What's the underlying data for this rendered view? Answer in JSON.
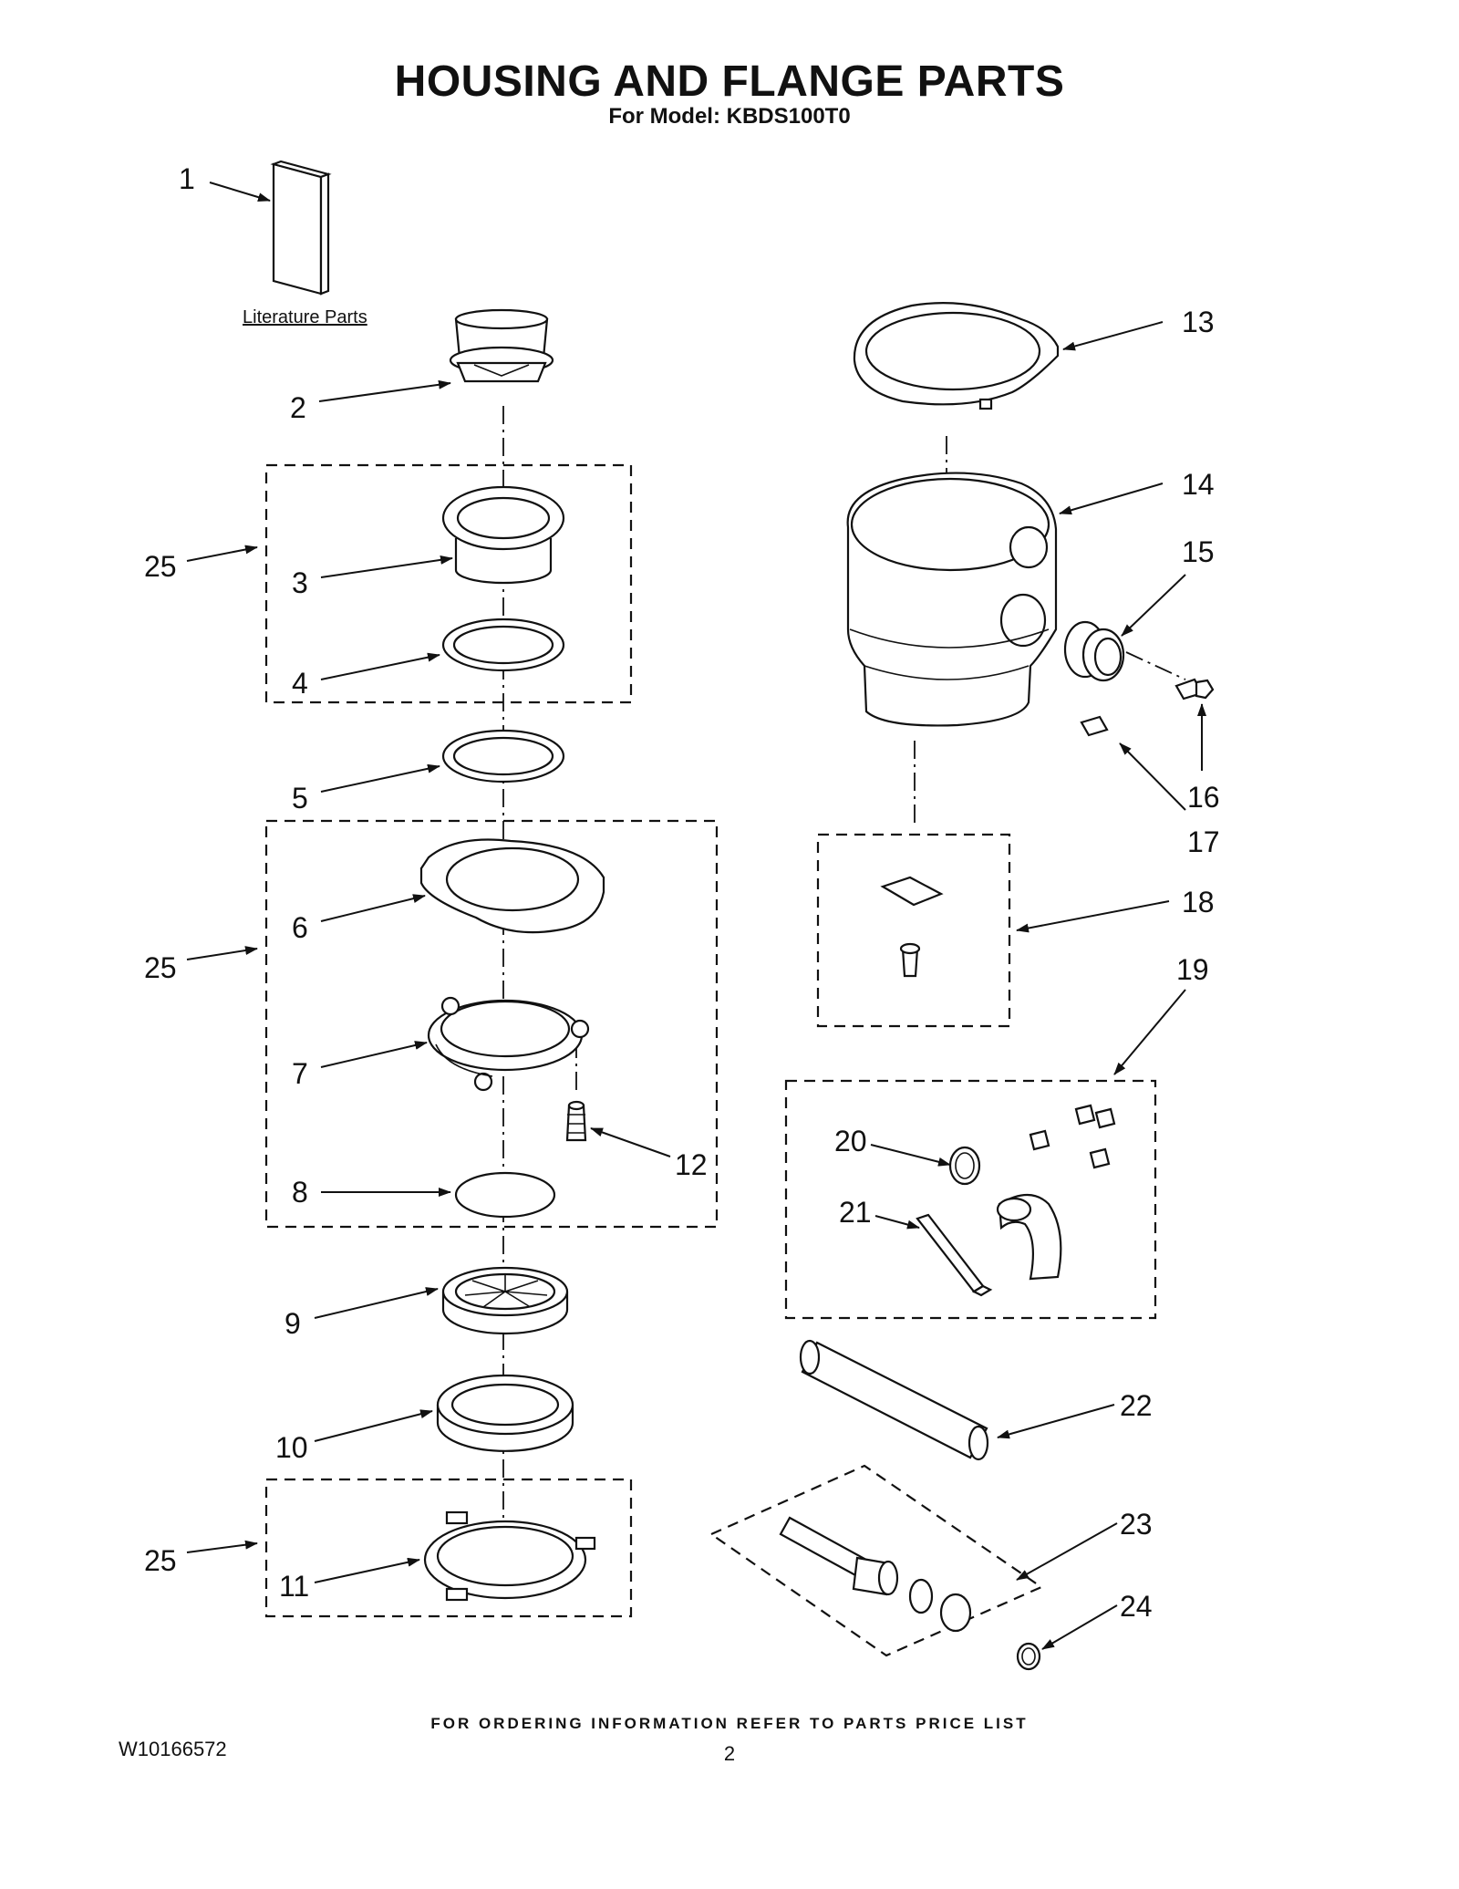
{
  "header": {
    "title": "HOUSING AND FLANGE PARTS",
    "subtitle": "For Model: KBDS100T0"
  },
  "diagram": {
    "literature_label": "Literature Parts",
    "callouts": [
      "1",
      "2",
      "3",
      "4",
      "5",
      "6",
      "7",
      "8",
      "9",
      "10",
      "11",
      "12",
      "13",
      "14",
      "15",
      "16",
      "17",
      "18",
      "19",
      "20",
      "21",
      "22",
      "23",
      "24",
      "25"
    ]
  },
  "footer": {
    "note": "FOR ORDERING INFORMATION REFER TO PARTS PRICE LIST",
    "doc_number": "W10166572",
    "page_number": "2"
  }
}
